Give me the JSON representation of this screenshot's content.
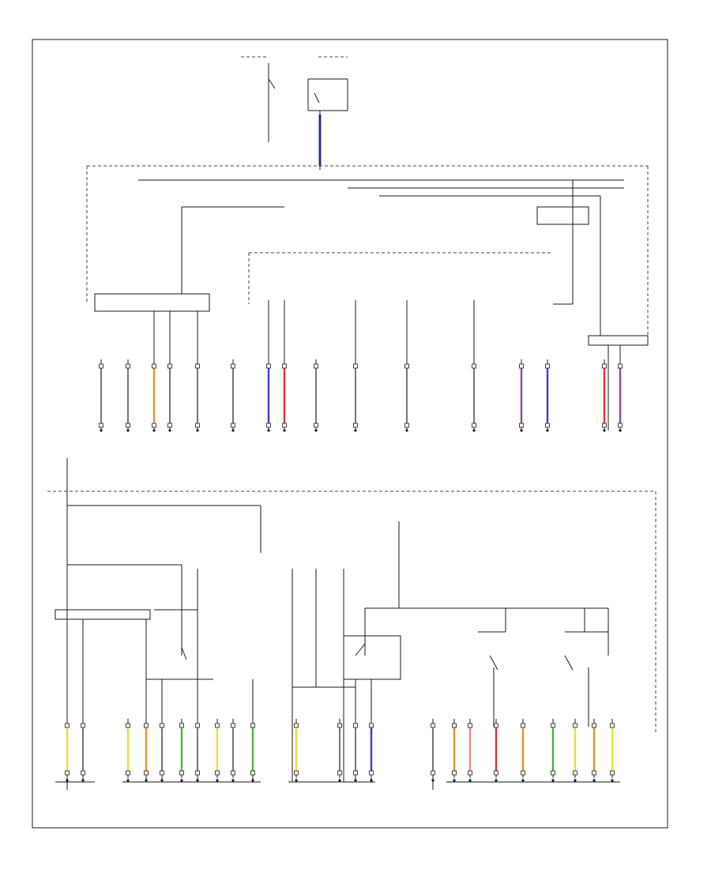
{
  "diagram": {
    "page_number": "",
    "wire_colors": {
      "blue": "#3b3bd8",
      "red": "#e23030",
      "orange": "#e8922a",
      "yellow": "#e6e03a",
      "green": "#49b63b",
      "purple": "#8a4aa6",
      "pink": "#ef8a8a",
      "black": "#1a1a1a"
    },
    "upper_connectors": [
      {
        "id": "c1",
        "color": "black"
      },
      {
        "id": "c2",
        "color": "black"
      },
      {
        "id": "c3",
        "color": "orange"
      },
      {
        "id": "c4",
        "color": "black"
      },
      {
        "id": "c5",
        "color": "black"
      },
      {
        "id": "c6",
        "color": "black"
      },
      {
        "id": "c7",
        "color": "blue"
      },
      {
        "id": "c8",
        "color": "red"
      },
      {
        "id": "c9",
        "color": "black"
      },
      {
        "id": "c10",
        "color": "black"
      },
      {
        "id": "c11",
        "color": "black"
      },
      {
        "id": "c12",
        "color": "black"
      },
      {
        "id": "c13",
        "color": "purple"
      },
      {
        "id": "c14",
        "color": "blue"
      },
      {
        "id": "c15",
        "color": "red"
      },
      {
        "id": "c16",
        "color": "purple"
      }
    ],
    "lower_connectors": [
      {
        "id": "d1",
        "color": "yellow"
      },
      {
        "id": "d2",
        "color": "black"
      },
      {
        "id": "d3",
        "color": "yellow"
      },
      {
        "id": "d4",
        "color": "orange"
      },
      {
        "id": "d5",
        "color": "black"
      },
      {
        "id": "d6",
        "color": "green"
      },
      {
        "id": "d7",
        "color": "black"
      },
      {
        "id": "d8",
        "color": "yellow"
      },
      {
        "id": "d9",
        "color": "black"
      },
      {
        "id": "d10",
        "color": "green"
      },
      {
        "id": "d11",
        "color": "yellow"
      },
      {
        "id": "d12",
        "color": "black"
      },
      {
        "id": "d13",
        "color": "black"
      },
      {
        "id": "d14",
        "color": "blue"
      },
      {
        "id": "d15",
        "color": "black"
      },
      {
        "id": "d16",
        "color": "orange"
      },
      {
        "id": "d17",
        "color": "pink"
      },
      {
        "id": "d18",
        "color": "red"
      },
      {
        "id": "d19",
        "color": "orange"
      },
      {
        "id": "d20",
        "color": "green"
      },
      {
        "id": "d21",
        "color": "yellow"
      },
      {
        "id": "d22",
        "color": "orange"
      },
      {
        "id": "d23",
        "color": "yellow"
      }
    ]
  }
}
